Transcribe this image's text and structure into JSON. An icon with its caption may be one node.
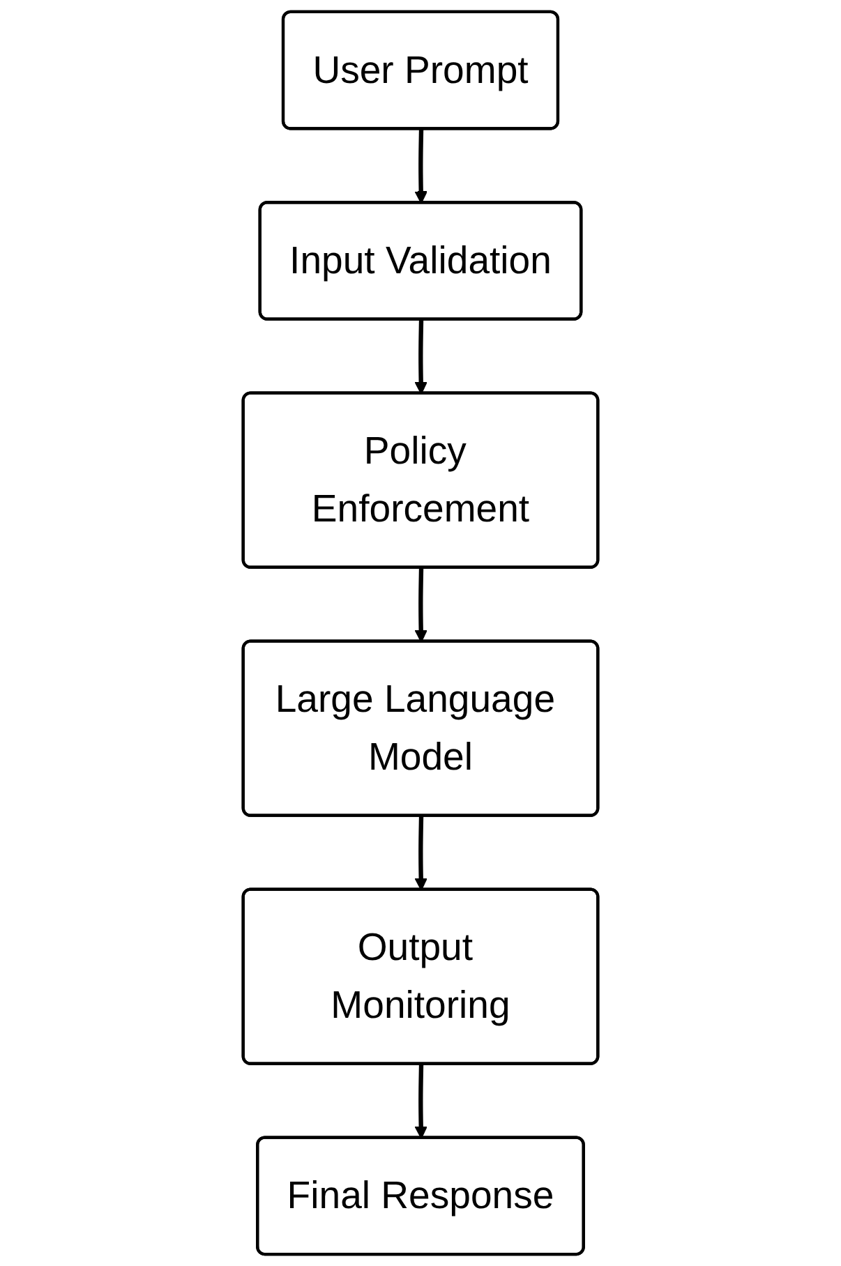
{
  "diagram": {
    "nodes": [
      {
        "text": [
          "User Prompt"
        ]
      },
      {
        "text": [
          "Input Validation"
        ]
      },
      {
        "text": [
          "Policy Enforcement"
        ]
      },
      {
        "text": [
          "Large Language Model"
        ]
      },
      {
        "text": [
          "Output Monitoring"
        ]
      },
      {
        "text": [
          "Final Response"
        ]
      }
    ],
    "edges": [
      {
        "from": 0,
        "to": 1,
        "arrow": "to"
      },
      {
        "from": 1,
        "to": 2,
        "arrow": "to"
      },
      {
        "from": 2,
        "to": 3,
        "arrow": "to"
      },
      {
        "from": 3,
        "to": 4,
        "arrow": "to"
      },
      {
        "from": 4,
        "to": 5,
        "arrow": "to"
      }
    ]
  }
}
